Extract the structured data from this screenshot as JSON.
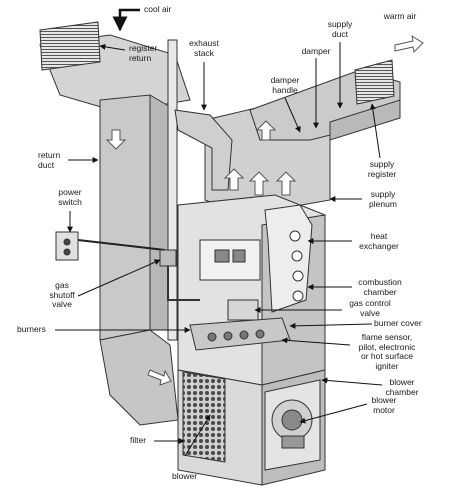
{
  "labels": {
    "cool_air": "cool air",
    "register_return": "register\nreturn",
    "exhaust_stack": "exhaust\nstack",
    "supply_duct": "supply\nduct",
    "damper": "damper",
    "warm_air": "warm air",
    "damper_handle": "damper\nhandle",
    "return_duct": "return\nduct",
    "supply_register": "supply\nregister",
    "power_switch": "power\nswitch",
    "supply_plenum": "supply\nplenum",
    "heat_exchanger": "heat\nexchanger",
    "gas_shutoff_valve": "gas\nshutoff\nvalve",
    "combustion_chamber": "combustion\nchamber",
    "gas_control_valve": "gas control\nvalve",
    "burners": "burners",
    "burner_cover": "burner cover",
    "flame_sensor": "flame sensor,\npilot, electronic\nor hot surface\nigniter",
    "blower_chamber": "blower\nchamber",
    "blower_motor": "blower\nmotor",
    "filter": "filter",
    "blower": "blower"
  }
}
